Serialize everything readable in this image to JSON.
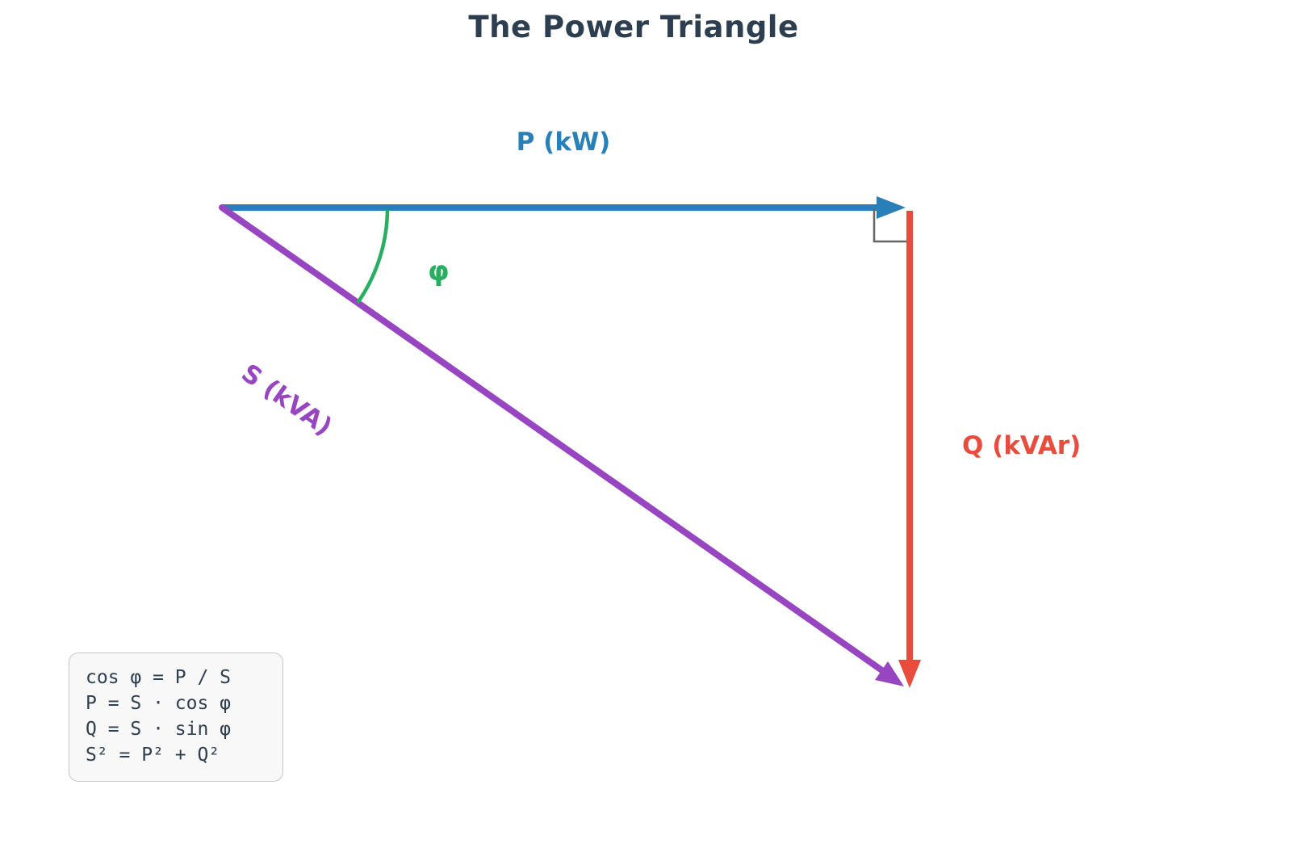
{
  "title": "The Power Triangle",
  "labels": {
    "p": "P (kW)",
    "q": "Q (kVAr)",
    "s": "S (kVA)",
    "phi": "φ"
  },
  "formulas": [
    "cos φ = P / S",
    "P = S · cos φ",
    "Q = S · sin φ",
    "S² = P² + Q²"
  ],
  "colors": {
    "title": "#2d3e50",
    "p": "#2980b9",
    "q": "#e74c3c",
    "s": "#9845c1",
    "phi": "#27ae60",
    "marker": "#666666",
    "box_bg": "#f8f8f8",
    "box_border": "#c8c8c8",
    "box_text": "#2d3e50"
  },
  "diagram": {
    "type": "vector-triangle",
    "sides": [
      {
        "name": "real-power",
        "label": "P (kW)",
        "direction": "horizontal-right"
      },
      {
        "name": "reactive-power",
        "label": "Q (kVAr)",
        "direction": "vertical-down"
      },
      {
        "name": "apparent-power",
        "label": "S (kVA)",
        "direction": "hypotenuse-down-right"
      }
    ],
    "angle": {
      "symbol": "φ",
      "between": [
        "S (kVA)",
        "P (kW)"
      ]
    },
    "right_angle_between": [
      "P (kW)",
      "Q (kVAr)"
    ]
  }
}
